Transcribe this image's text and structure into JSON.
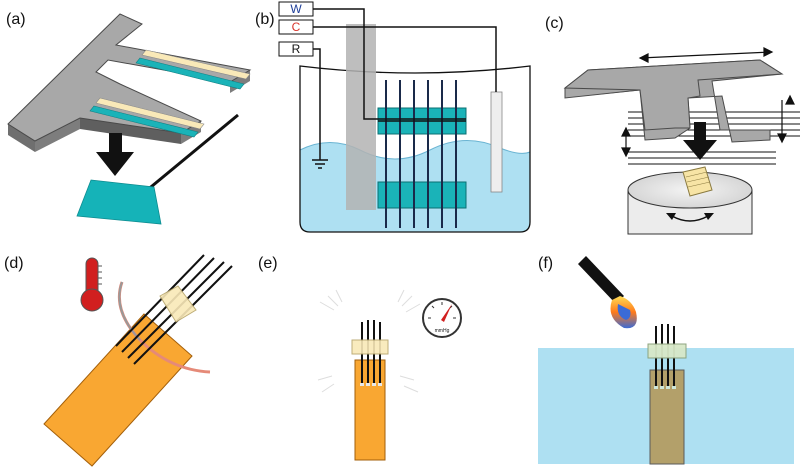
{
  "panels": [
    {
      "id": "a",
      "label": "(a)"
    },
    {
      "id": "b",
      "label": "(b)"
    },
    {
      "id": "c",
      "label": "(c)"
    },
    {
      "id": "d",
      "label": "(d)"
    },
    {
      "id": "e",
      "label": "(e)"
    },
    {
      "id": "f",
      "label": "(f)"
    }
  ],
  "electrodes": {
    "working": "W",
    "counter": "C",
    "reference": "R"
  },
  "gauge": {
    "unit": "mmHg"
  },
  "colors": {
    "frame_gray": "#a8a8a8",
    "frame_dark": "#6f6f6f",
    "teal": "#1ab3b8",
    "liquid": "#aee0f2",
    "tape": "#f9e9b8",
    "orange": "#f9a732",
    "working_label": "#1f3f99",
    "counter_label": "#d9342b",
    "thermometer": "#d11f1f"
  }
}
